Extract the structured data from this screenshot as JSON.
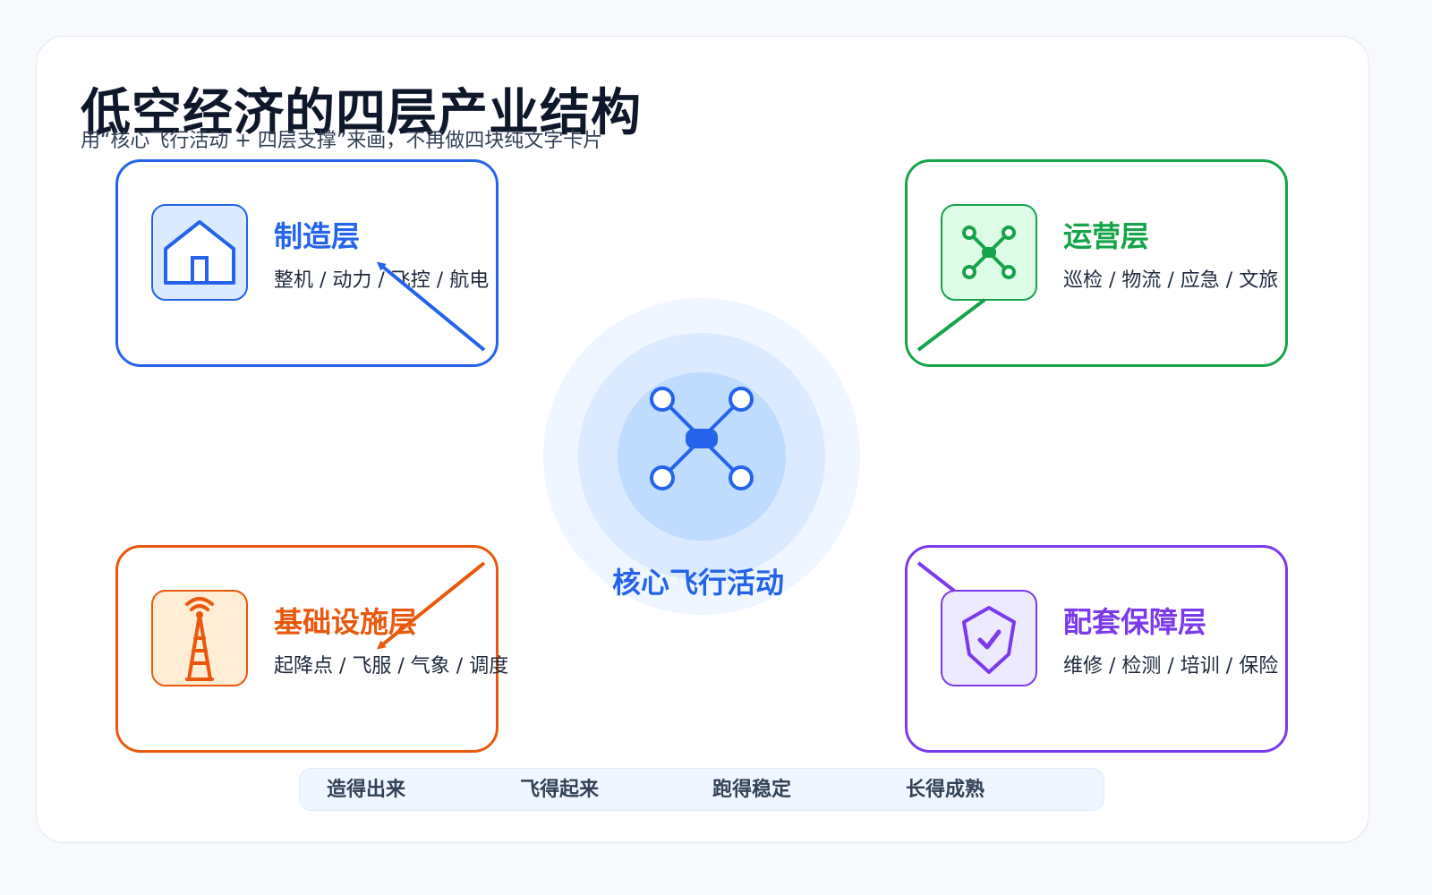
{
  "title": "低空经济的四层产业结构",
  "subtitle": "用“核心飞行活动 + 四层支撑”来画，不再做四块纯文字卡片",
  "core": {
    "label": "核心飞行活动",
    "icon": "drone-icon"
  },
  "layers": [
    {
      "name": "制造层",
      "items": "整机 / 动力 / 飞控 / 航电",
      "icon": "factory-house-icon",
      "color": "#2563eb",
      "fill": "#dbeafe"
    },
    {
      "name": "运营层",
      "items": "巡检 / 物流 / 应急 / 文旅",
      "icon": "drone-icon",
      "color": "#16a34a",
      "fill": "#dcfce7"
    },
    {
      "name": "基础设施层",
      "items": "起降点 / 飞服 / 气象 / 调度",
      "icon": "signal-tower-icon",
      "color": "#ea580c",
      "fill": "#ffedd5"
    },
    {
      "name": "配套保障层",
      "items": "维修 / 检测 / 培训 / 保险",
      "icon": "shield-check-icon",
      "color": "#7c3aed",
      "fill": "#ede9fe"
    }
  ],
  "stages": [
    "造得出来",
    "飞得起来",
    "跑得稳定",
    "长得成熟"
  ]
}
